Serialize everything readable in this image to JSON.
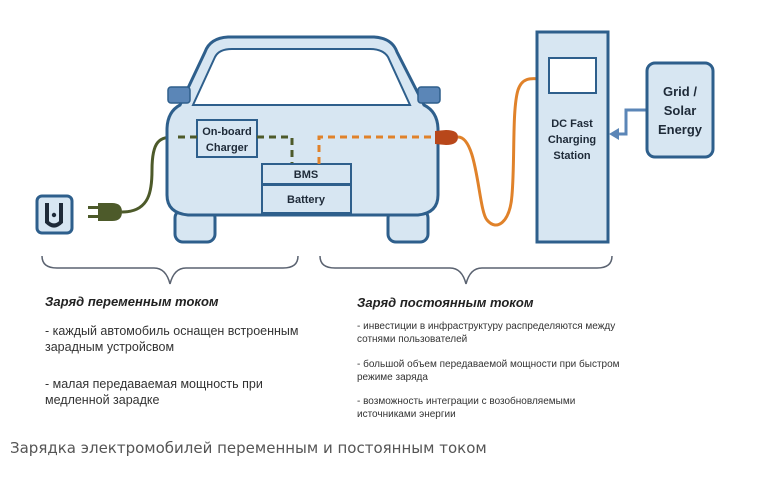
{
  "diagram": {
    "onboard_charger": [
      "On-board",
      "Charger"
    ],
    "bms": "BMS",
    "battery": "Battery",
    "station": [
      "DC Fast",
      "Charging",
      "Station"
    ],
    "grid": [
      "Grid /",
      "Solar",
      "Energy"
    ]
  },
  "ac": {
    "heading": "Заряд переменным током",
    "items": [
      "- каждый автомобиль оснащен встроенным зарадным устройсвом",
      "- малая передаваемая мощность при медленной зарадке"
    ]
  },
  "dc": {
    "heading": "Заряд постоянным током",
    "items": [
      "- инвестиции в инфраструктуру распределяются между сотнями пользователей",
      "- большой объем передаваемой мощности при быстром режиме заряда",
      "- возможность интеграции с возобновляемыми источниками энергии"
    ]
  },
  "caption": "Зарядка электромобилей переменным и постоянным током",
  "colors": {
    "outline": "#2e5f8c",
    "fill": "#d7e6f2",
    "ac_cable": "#4d5a2a",
    "dc_cable": "#e0822a"
  }
}
